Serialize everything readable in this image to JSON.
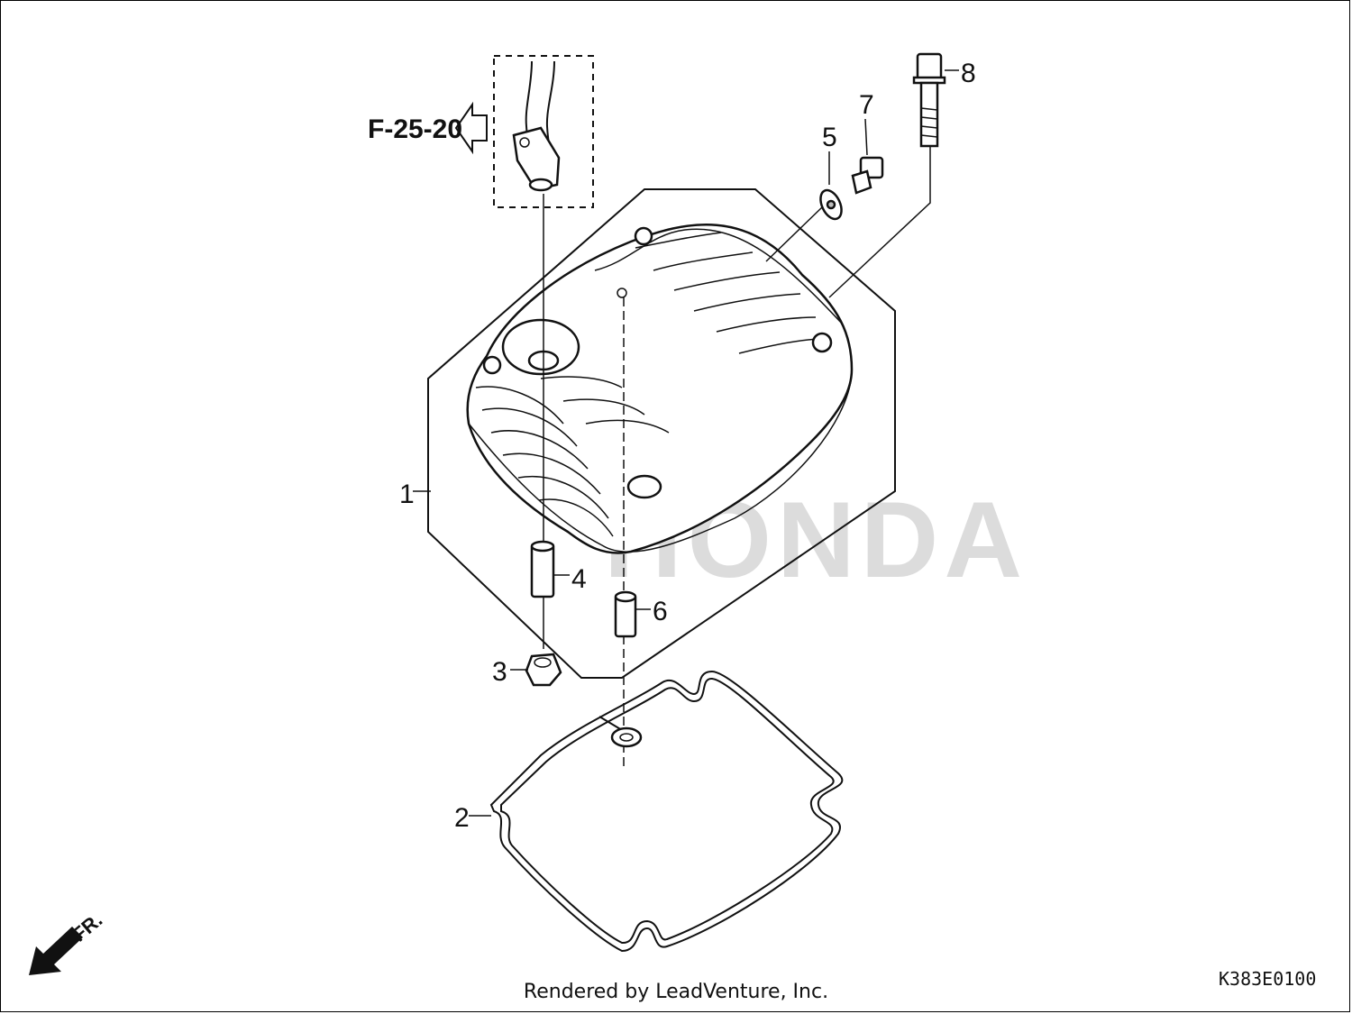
{
  "callouts": {
    "p1": "1",
    "p2": "2",
    "p3": "3",
    "p4": "4",
    "p5": "5",
    "p6": "6",
    "p7": "7",
    "p8": "8"
  },
  "reference_label": "F-25-20",
  "direction_label": "FR.",
  "diagram_code": "K383E0100",
  "credit": "Rendered by LeadVenture, Inc.",
  "watermark_text": "HONDA",
  "icons": {
    "reference_arrow": "hollow-left-arrow-icon",
    "front_arrow": "front-direction-arrow-icon"
  }
}
